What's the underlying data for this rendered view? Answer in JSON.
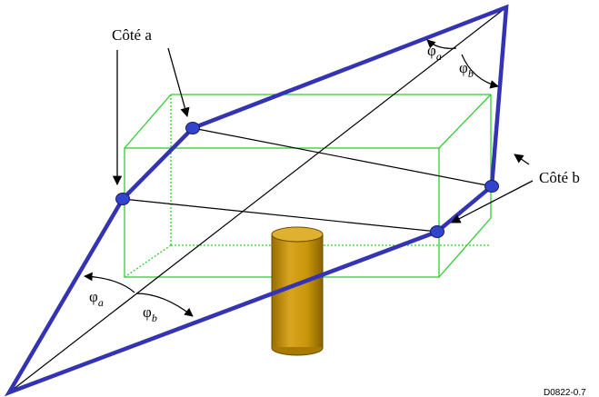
{
  "labels": {
    "side_a": "Côté a",
    "side_b": "Côté b",
    "phi": "φ",
    "sub_a": "a",
    "sub_b": "b",
    "figure_code": "D0822-0.7"
  },
  "colors": {
    "plane": "#3333b3",
    "box": "#33cc33",
    "cylinder": "#c8950a",
    "cylinder_edge": "#6b4d00",
    "lines": "#000000"
  }
}
